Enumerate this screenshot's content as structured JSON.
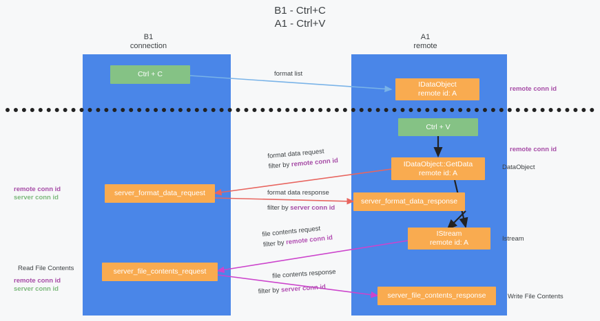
{
  "title": {
    "line1": "B1 - Ctrl+C",
    "line2": "A1 - Ctrl+V"
  },
  "columns": [
    {
      "name": "B1",
      "role": "connection"
    },
    {
      "name": "A1",
      "role": "remote"
    }
  ],
  "nodes": {
    "ctrl_c": {
      "label": "Ctrl + C"
    },
    "ctrl_v": {
      "label": "Ctrl + V"
    },
    "idataobject": {
      "line1": "IDataObject",
      "line2": "remote id: A"
    },
    "idataobject_getdata": {
      "line1": "IDataObject::GetData",
      "line2": "remote id: A"
    },
    "istream": {
      "line1": "IStream",
      "line2": "remote id: A"
    },
    "server_format_data_request": {
      "label": "server_format_data_request"
    },
    "server_format_data_response": {
      "label": "server_format_data_response"
    },
    "server_file_contents_request": {
      "label": "server_file_contents_request"
    },
    "server_file_contents_response": {
      "label": "server_file_contents_response"
    }
  },
  "edges": {
    "format_list": {
      "label": "format list"
    },
    "format_data_request": {
      "line1": "format data request",
      "filter_prefix": "filter by ",
      "filter_key": "remote conn id"
    },
    "format_data_response": {
      "line1": "format data response",
      "filter_prefix": "filter by ",
      "filter_key": "server conn id"
    },
    "file_contents_request": {
      "line1": "file contents request",
      "filter_prefix": "filter by ",
      "filter_key": "remote conn id"
    },
    "file_contents_response": {
      "line1": "file contents response",
      "filter_prefix": "filter by ",
      "filter_key": "server conn id"
    }
  },
  "annotations": {
    "right_remote_conn_id_top": "remote conn id",
    "right_remote_conn_id_mid": "remote conn id",
    "right_dataobject": "DataObject",
    "right_istream": "Istream",
    "right_write_file_contents": "Write File Contents",
    "left_read_file_contents": "Read File Contents",
    "left_conn_ids_mid": {
      "remote": "remote conn id",
      "server": "server conn id"
    },
    "left_conn_ids_bottom": {
      "remote": "remote conn id",
      "server": "server conn id"
    }
  },
  "colors": {
    "lane": "#4a86e8",
    "green_node": "#85c285",
    "orange_node": "#f9ab50",
    "purple_text": "#a64ca6",
    "green_text": "#7cb97c",
    "red_arrow": "#e8655f",
    "magenta_arrow": "#cc44cc",
    "blue_arrow": "#79b3e8",
    "dark_arrow": "#222222",
    "background": "#f7f8f9"
  }
}
